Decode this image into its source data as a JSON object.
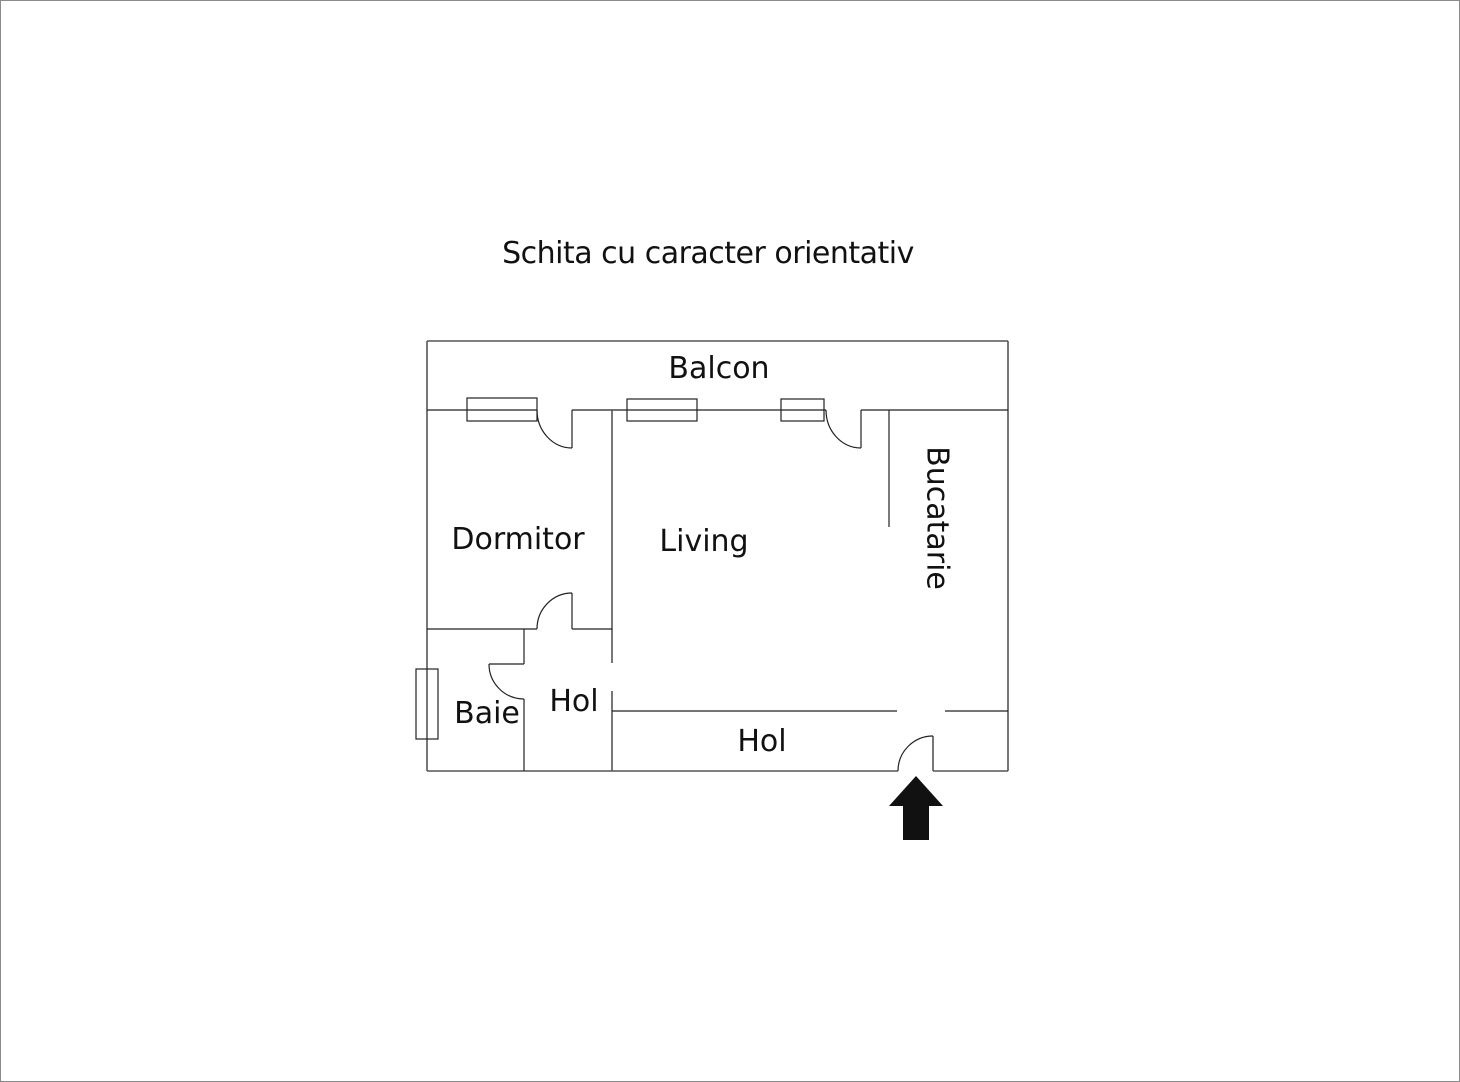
{
  "title": "Schita cu caracter orientativ",
  "rooms": {
    "balcon": "Balcon",
    "dormitor": "Dormitor",
    "living": "Living",
    "bucatarie": "Bucatarie",
    "baie": "Baie",
    "hol_small": "Hol",
    "hol_large": "Hol"
  },
  "entrance": {
    "icon": "arrow-up-icon"
  },
  "colors": {
    "wall": "#555555",
    "text": "#111111",
    "arrow": "#111111",
    "background": "#ffffff"
  }
}
